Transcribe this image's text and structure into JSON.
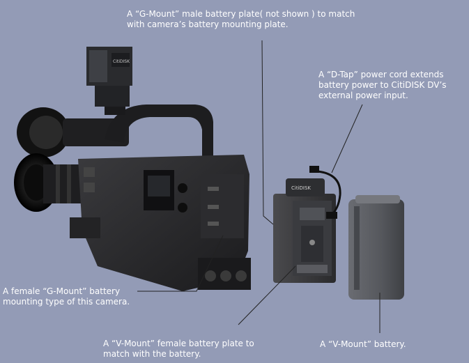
{
  "callouts": {
    "g_mount_male": [
      "A “G-Mount” male battery plate( not shown ) to match",
      "with camera’s battery mounting plate."
    ],
    "d_tap": [
      "A “D-Tap” power cord extends",
      "battery power to CitiDISK DV’s",
      "external power input."
    ],
    "g_mount_female": [
      "A female  “G-Mount” battery",
      "mounting type of this camera."
    ],
    "v_mount_plate": [
      "A “V-Mount” female battery plate to",
      "match with the battery."
    ],
    "v_mount_battery": [
      "A “V-Mount” battery."
    ]
  },
  "device_branding": {
    "top_unit_logo": "CitiDISK",
    "plate_logo": "CitiDISK"
  },
  "colors": {
    "background": "#939bb6",
    "text": "#ffffff",
    "leader_line": "#222222"
  }
}
